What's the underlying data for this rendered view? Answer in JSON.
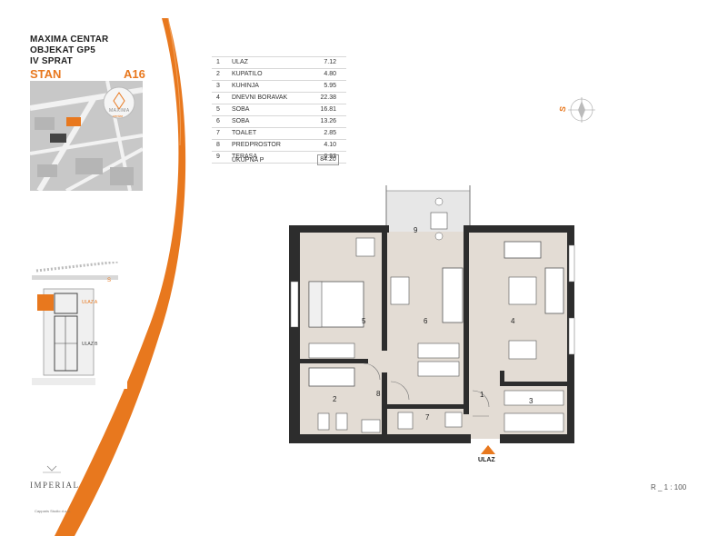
{
  "header": {
    "line1": "MAXIMA CENTAR",
    "line2": "OBJEKAT GP5",
    "line3": "IV SPRAT",
    "stan_label": "STAN",
    "stan_code": "A16"
  },
  "map": {
    "logo_text": "MAXIMA",
    "logo_sub": "centar"
  },
  "key_plan": {
    "ulaz_a": "ULAZ A",
    "ulaz_b": "ULAZ B",
    "north": "S"
  },
  "rooms_table": {
    "rows": [
      {
        "num": "1",
        "name": "ULAZ",
        "value": "7.12"
      },
      {
        "num": "2",
        "name": "KUPATILO",
        "value": "4.80"
      },
      {
        "num": "3",
        "name": "KUHINJA",
        "value": "5.95"
      },
      {
        "num": "4",
        "name": "DNEVNI BORAVAK",
        "value": "22.38"
      },
      {
        "num": "5",
        "name": "SOBA",
        "value": "16.81"
      },
      {
        "num": "6",
        "name": "SOBA",
        "value": "13.26"
      },
      {
        "num": "7",
        "name": "TOALET",
        "value": "2.85"
      },
      {
        "num": "8",
        "name": "PREDPROSTOR",
        "value": "4.10"
      },
      {
        "num": "9",
        "name": "TERASA",
        "value": "6.93"
      }
    ],
    "total_label": "UKUPNA P",
    "total_value": "84.20"
  },
  "plan": {
    "compass_label": "S",
    "entrance_label": "ULAZ",
    "room_labels": [
      "1",
      "2",
      "3",
      "4",
      "5",
      "6",
      "7",
      "8",
      "9"
    ]
  },
  "scale": "R _ 1 : 100",
  "footer": {
    "brand": "IMPERIAL",
    "brand_sub": "Capparis Studio d.o.o."
  },
  "colors": {
    "accent": "#e8781e",
    "floor": "#e3dcd4",
    "wall": "#2d2d2d",
    "terrace": "#e7e7e7"
  }
}
